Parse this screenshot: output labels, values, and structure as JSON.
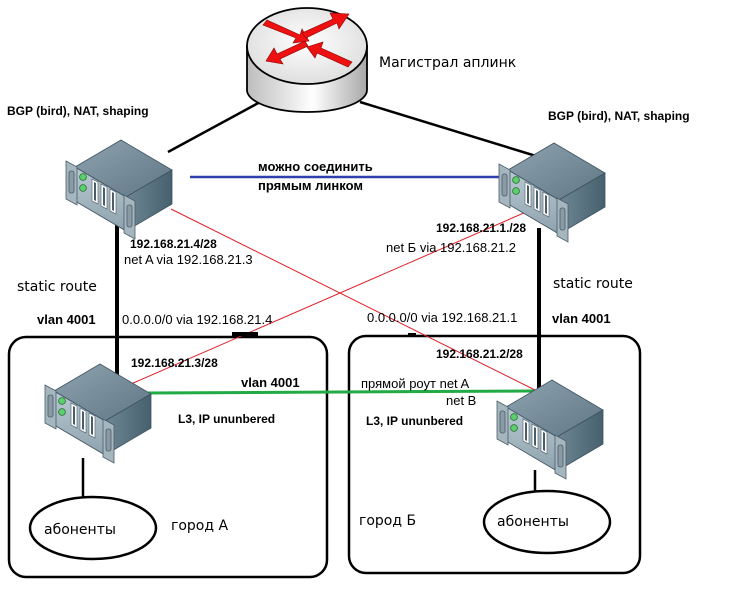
{
  "colors": {
    "line_black": "#000000",
    "link_blue": "#2f3fb0",
    "link_green": "#22aa44",
    "link_red": "#e0202a",
    "router_arrow": "#ee1111"
  },
  "nodes": {
    "core_router": {
      "icon": "router-icon",
      "label": "Магистрал аплинк"
    },
    "border_left": {
      "icon": "server-icon",
      "label": "BGP (bird), NAT, shaping"
    },
    "border_right": {
      "icon": "server-icon",
      "label": "BGP (bird), NAT, shaping"
    },
    "access_left": {
      "icon": "server-icon",
      "label": "L3, IP ununbered"
    },
    "access_right": {
      "icon": "server-icon",
      "label": "L3, IP ununbered"
    },
    "subscribers_left": {
      "label": "абоненты"
    },
    "subscribers_right": {
      "label": "абоненты"
    }
  },
  "links": {
    "direct_link_note": {
      "line1": "можно соединить",
      "line2": "прямым линком"
    },
    "inter_city_vlan": "vlan 4001",
    "direct_route": {
      "line1": "прямой роут net A",
      "line2": "net B"
    }
  },
  "left_side": {
    "border_ip": "192.168.21.4/28",
    "border_route": "net A via 192.168.21.3",
    "static_route_label": "static route",
    "vlan_label": "vlan 4001",
    "default_route": "0.0.0.0/0 via 192.168.21.4",
    "access_ip": "192.168.21.3/28"
  },
  "right_side": {
    "border_ip": "192.168.21.1./28",
    "border_route": "net Б via 192.168.21.2",
    "static_route_label": "static route",
    "vlan_label": "vlan 4001",
    "default_route": "0.0.0.0/0 via 192.168.21.1",
    "access_ip": "192.168.21.2/28"
  },
  "cities": {
    "city_a": "город А",
    "city_b": "город Б"
  }
}
